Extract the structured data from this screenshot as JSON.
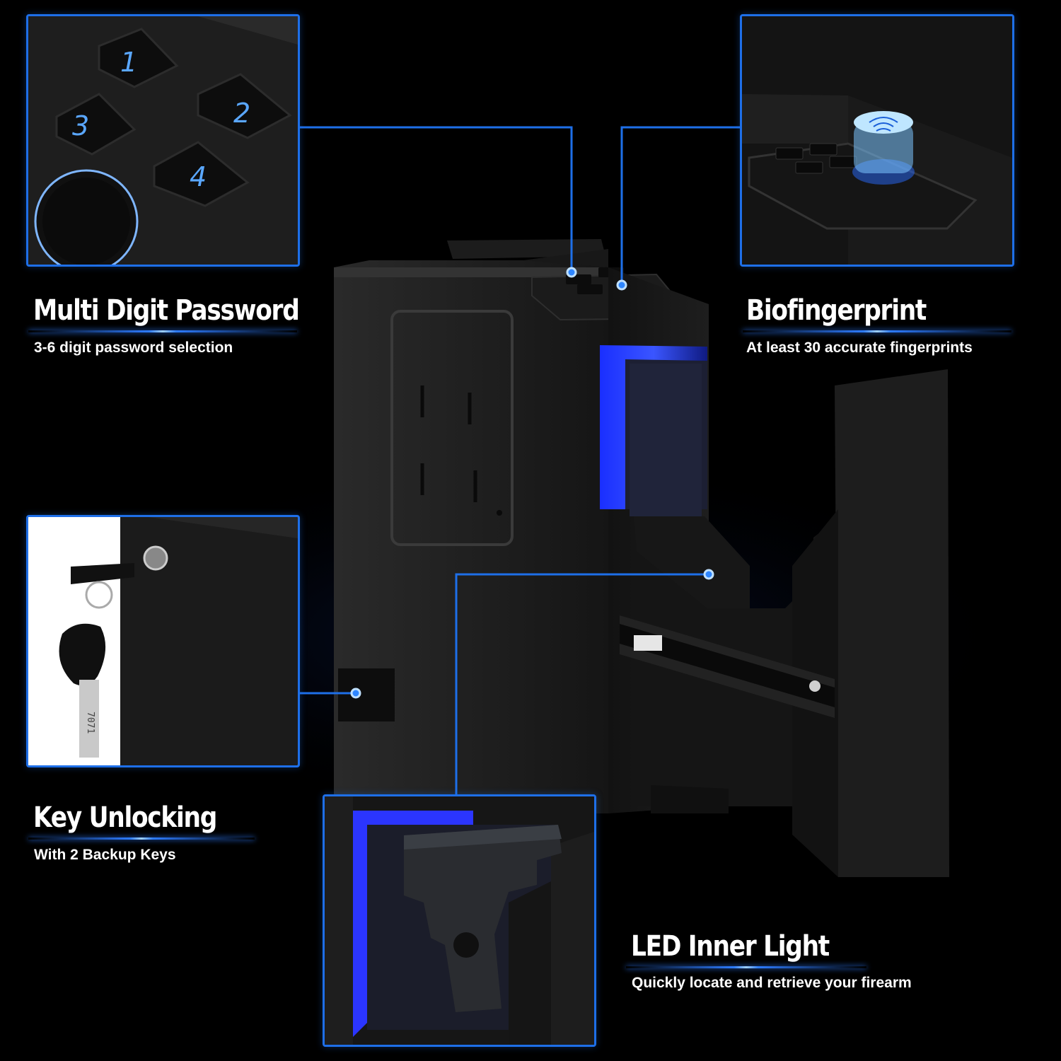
{
  "features": {
    "password": {
      "title": "Multi Digit Password",
      "subtitle": "3-6 digit password selection",
      "keys": [
        "1",
        "2",
        "3",
        "4"
      ]
    },
    "fingerprint": {
      "title": "Biofingerprint",
      "subtitle": "At least 30 accurate fingerprints"
    },
    "key": {
      "title": "Key Unlocking",
      "subtitle": "With 2 Backup Keys",
      "key_engraving": "7071"
    },
    "led": {
      "title": "LED Inner Light",
      "subtitle": "Quickly locate and retrieve your firearm"
    }
  },
  "colors": {
    "background": "#000000",
    "accent_blue": "#1e6fe8",
    "led_glow": "#2d4bff",
    "safe_body": "#1a1a1a",
    "text": "#ffffff"
  }
}
